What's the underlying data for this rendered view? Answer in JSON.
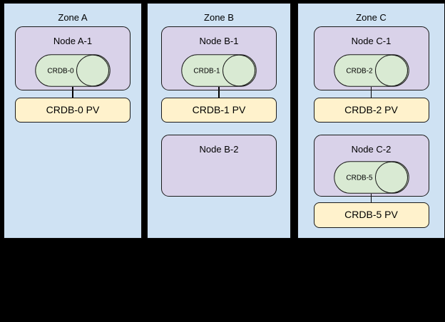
{
  "diagram": {
    "zones": [
      {
        "label": "Zone A",
        "nodes": [
          {
            "label": "Node A-1",
            "disk": "CRDB-0",
            "pv": "CRDB-0 PV"
          }
        ]
      },
      {
        "label": "Zone B",
        "nodes": [
          {
            "label": "Node B-1",
            "disk": "CRDB-1",
            "pv": "CRDB-1 PV"
          },
          {
            "label": "Node B-2"
          }
        ]
      },
      {
        "label": "Zone C",
        "nodes": [
          {
            "label": "Node C-1",
            "disk": "CRDB-2",
            "pv": "CRDB-2 PV"
          },
          {
            "label": "Node C-2",
            "disk": "CRDB-5",
            "pv": "CRDB-5 PV"
          }
        ]
      }
    ],
    "colors": {
      "canvas_bg": "#000000",
      "zone_bg": "#cfe2f3",
      "node_bg": "#d9d2e9",
      "disk_bg": "#d9ead3",
      "pv_bg": "#fff2cc",
      "border": "#000000"
    }
  }
}
